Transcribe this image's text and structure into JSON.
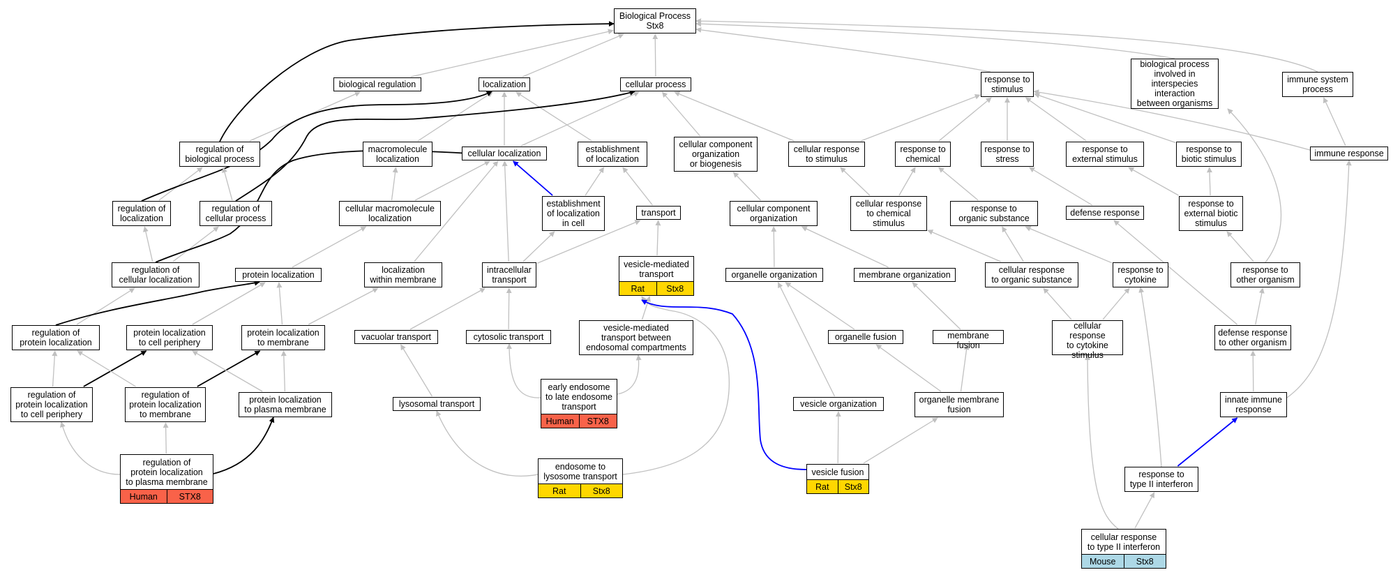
{
  "colors": {
    "gray_edge": "#c0c0c0",
    "black_edge": "#000000",
    "blue_edge": "#0000ff",
    "human": "#f96249",
    "rat": "#ffd700",
    "mouse": "#add8e6"
  },
  "nodes": [
    {
      "id": "bp",
      "label": "Biological Process\nStx8"
    },
    {
      "id": "bioreg",
      "label": "biological regulation"
    },
    {
      "id": "loc",
      "label": "localization"
    },
    {
      "id": "cellproc",
      "label": "cellular process"
    },
    {
      "id": "respstim",
      "label": "response to\nstimulus"
    },
    {
      "id": "interspecies",
      "label": "biological process\ninvolved in\ninterspecies\ninteraction\nbetween organisms"
    },
    {
      "id": "immsys",
      "label": "immune system\nprocess"
    },
    {
      "id": "regbp",
      "label": "regulation of\nbiological process"
    },
    {
      "id": "macroloc",
      "label": "macromolecule\nlocalization"
    },
    {
      "id": "cellloc",
      "label": "cellular localization"
    },
    {
      "id": "estloc",
      "label": "establishment\nof localization"
    },
    {
      "id": "ccorg",
      "label": "cellular component\norganization\nor biogenesis"
    },
    {
      "id": "cellrespstim",
      "label": "cellular response\nto stimulus"
    },
    {
      "id": "respchem",
      "label": "response to\nchemical"
    },
    {
      "id": "respstress",
      "label": "response to\nstress"
    },
    {
      "id": "respext",
      "label": "response to\nexternal stimulus"
    },
    {
      "id": "respbiotic",
      "label": "response to\nbiotic stimulus"
    },
    {
      "id": "immresp",
      "label": "immune response"
    },
    {
      "id": "regloc",
      "label": "regulation of\nlocalization"
    },
    {
      "id": "regcellproc",
      "label": "regulation of\ncellular process"
    },
    {
      "id": "cellmacroloc",
      "label": "cellular macromolecule\nlocalization"
    },
    {
      "id": "estlocincell",
      "label": "establishment\nof localization\nin cell"
    },
    {
      "id": "transport",
      "label": "transport"
    },
    {
      "id": "ccorganiz",
      "label": "cellular component\norganization"
    },
    {
      "id": "cellrespchem",
      "label": "cellular response\nto chemical\nstimulus"
    },
    {
      "id": "resporgsub",
      "label": "response to\norganic substance"
    },
    {
      "id": "defresp",
      "label": "defense response"
    },
    {
      "id": "respextbiotic",
      "label": "response to\nexternal biotic\nstimulus"
    },
    {
      "id": "regcellloc",
      "label": "regulation of\ncellular localization"
    },
    {
      "id": "protloc",
      "label": "protein localization"
    },
    {
      "id": "locwithinmem",
      "label": "localization\nwithin membrane"
    },
    {
      "id": "intracell",
      "label": "intracellular\ntransport"
    },
    {
      "id": "vesmedtrans",
      "label": "vesicle-mediated\ntransport",
      "ann": [
        "Rat",
        "Stx8"
      ],
      "annColor": "rat"
    },
    {
      "id": "orgorg",
      "label": "organelle organization"
    },
    {
      "id": "memorg",
      "label": "membrane organization"
    },
    {
      "id": "cellresporgsub",
      "label": "cellular response\nto organic substance"
    },
    {
      "id": "respcytokine",
      "label": "response to\ncytokine"
    },
    {
      "id": "resptoother",
      "label": "response to\nother organism"
    },
    {
      "id": "regprotloc",
      "label": "regulation of\nprotein localization"
    },
    {
      "id": "protloccellper",
      "label": "protein localization\nto cell periphery"
    },
    {
      "id": "protlocmem",
      "label": "protein localization\nto membrane"
    },
    {
      "id": "vactrans",
      "label": "vacuolar transport"
    },
    {
      "id": "cytotrans",
      "label": "cytosolic transport"
    },
    {
      "id": "vesmedendo",
      "label": "vesicle-mediated\ntransport between\nendosomal compartments"
    },
    {
      "id": "orgfusion",
      "label": "organelle fusion"
    },
    {
      "id": "memfusion",
      "label": "membrane fusion"
    },
    {
      "id": "cellrespcyto",
      "label": "cellular response\nto cytokine\nstimulus"
    },
    {
      "id": "defrespother",
      "label": "defense response\nto other organism"
    },
    {
      "id": "regprotloccellper",
      "label": "regulation of\nprotein localization\nto cell periphery"
    },
    {
      "id": "regprotlocmem",
      "label": "regulation of\nprotein localization\nto membrane"
    },
    {
      "id": "protlocplasma",
      "label": "protein localization\nto plasma membrane"
    },
    {
      "id": "lysotrans",
      "label": "lysosomal transport"
    },
    {
      "id": "earlyendo",
      "label": "early endosome\nto late endosome\ntransport",
      "ann": [
        "Human",
        "STX8"
      ],
      "annColor": "human"
    },
    {
      "id": "vesorg",
      "label": "vesicle organization"
    },
    {
      "id": "orgmemfusion",
      "label": "organelle membrane\nfusion"
    },
    {
      "id": "innate",
      "label": "innate immune\nresponse"
    },
    {
      "id": "regprotlocplasma",
      "label": "regulation of\nprotein localization\nto plasma membrane",
      "ann": [
        "Human",
        "STX8"
      ],
      "annColor": "human"
    },
    {
      "id": "endolyso",
      "label": "endosome to\nlysosome transport",
      "ann": [
        "Rat",
        "Stx8"
      ],
      "annColor": "rat"
    },
    {
      "id": "vesfusion",
      "label": "vesicle fusion",
      "ann": [
        "Rat",
        "Stx8"
      ],
      "annColor": "rat"
    },
    {
      "id": "resptypeII",
      "label": "response to\ntype II interferon"
    },
    {
      "id": "cellresptypeII",
      "label": "cellular response\nto type II interferon",
      "ann": [
        "Mouse",
        "Stx8"
      ],
      "annColor": "mouse"
    }
  ],
  "edges": [
    {
      "from": "bioreg",
      "to": "bp",
      "kind": "is_a"
    },
    {
      "from": "loc",
      "to": "bp",
      "kind": "is_a"
    },
    {
      "from": "cellproc",
      "to": "bp",
      "kind": "is_a"
    },
    {
      "from": "respstim",
      "to": "bp",
      "kind": "is_a"
    },
    {
      "from": "interspecies",
      "to": "bp",
      "kind": "is_a"
    },
    {
      "from": "immsys",
      "to": "bp",
      "kind": "is_a"
    },
    {
      "from": "regbp",
      "to": "bp",
      "kind": "regulates"
    },
    {
      "from": "regbp",
      "to": "bioreg",
      "kind": "is_a"
    },
    {
      "from": "macroloc",
      "to": "loc",
      "kind": "is_a"
    },
    {
      "from": "cellloc",
      "to": "loc",
      "kind": "is_a"
    },
    {
      "from": "cellloc",
      "to": "cellproc",
      "kind": "is_a"
    },
    {
      "from": "estloc",
      "to": "loc",
      "kind": "is_a"
    },
    {
      "from": "ccorg",
      "to": "cellproc",
      "kind": "is_a"
    },
    {
      "from": "cellrespstim",
      "to": "cellproc",
      "kind": "is_a"
    },
    {
      "from": "cellrespstim",
      "to": "respstim",
      "kind": "is_a"
    },
    {
      "from": "respchem",
      "to": "respstim",
      "kind": "is_a"
    },
    {
      "from": "respstress",
      "to": "respstim",
      "kind": "is_a"
    },
    {
      "from": "respext",
      "to": "respstim",
      "kind": "is_a"
    },
    {
      "from": "respbiotic",
      "to": "respstim",
      "kind": "is_a"
    },
    {
      "from": "immresp",
      "to": "respstim",
      "kind": "is_a"
    },
    {
      "from": "immresp",
      "to": "immsys",
      "kind": "is_a"
    },
    {
      "from": "regloc",
      "to": "regbp",
      "kind": "is_a"
    },
    {
      "from": "regloc",
      "to": "loc",
      "kind": "regulates"
    },
    {
      "from": "regcellproc",
      "to": "regbp",
      "kind": "is_a"
    },
    {
      "from": "regcellproc",
      "to": "cellproc",
      "kind": "regulates"
    },
    {
      "from": "cellmacroloc",
      "to": "macroloc",
      "kind": "is_a"
    },
    {
      "from": "cellmacroloc",
      "to": "cellloc",
      "kind": "is_a"
    },
    {
      "from": "estlocincell",
      "to": "estloc",
      "kind": "is_a"
    },
    {
      "from": "estlocincell",
      "to": "cellloc",
      "kind": "part_of"
    },
    {
      "from": "transport",
      "to": "estloc",
      "kind": "is_a"
    },
    {
      "from": "ccorganiz",
      "to": "ccorg",
      "kind": "is_a"
    },
    {
      "from": "cellrespchem",
      "to": "respchem",
      "kind": "is_a"
    },
    {
      "from": "cellrespchem",
      "to": "cellrespstim",
      "kind": "is_a"
    },
    {
      "from": "resporgsub",
      "to": "respchem",
      "kind": "is_a"
    },
    {
      "from": "defresp",
      "to": "respstress",
      "kind": "is_a"
    },
    {
      "from": "respextbiotic",
      "to": "respext",
      "kind": "is_a"
    },
    {
      "from": "respextbiotic",
      "to": "respbiotic",
      "kind": "is_a"
    },
    {
      "from": "regcellloc",
      "to": "regloc",
      "kind": "is_a"
    },
    {
      "from": "regcellloc",
      "to": "regcellproc",
      "kind": "is_a"
    },
    {
      "from": "regcellloc",
      "to": "cellloc",
      "kind": "regulates"
    },
    {
      "from": "protloc",
      "to": "cellmacroloc",
      "kind": "is_a"
    },
    {
      "from": "locwithinmem",
      "to": "cellloc",
      "kind": "is_a"
    },
    {
      "from": "intracell",
      "to": "cellloc",
      "kind": "is_a"
    },
    {
      "from": "intracell",
      "to": "estlocincell",
      "kind": "is_a"
    },
    {
      "from": "intracell",
      "to": "transport",
      "kind": "is_a"
    },
    {
      "from": "vesmedtrans",
      "to": "transport",
      "kind": "is_a"
    },
    {
      "from": "orgorg",
      "to": "ccorganiz",
      "kind": "is_a"
    },
    {
      "from": "memorg",
      "to": "ccorganiz",
      "kind": "is_a"
    },
    {
      "from": "cellresporgsub",
      "to": "resporgsub",
      "kind": "is_a"
    },
    {
      "from": "cellresporgsub",
      "to": "cellrespchem",
      "kind": "is_a"
    },
    {
      "from": "respcytokine",
      "to": "resporgsub",
      "kind": "is_a"
    },
    {
      "from": "resptoother",
      "to": "respextbiotic",
      "kind": "is_a"
    },
    {
      "from": "resptoother",
      "to": "interspecies",
      "kind": "is_a"
    },
    {
      "from": "regprotloc",
      "to": "regcellloc",
      "kind": "is_a"
    },
    {
      "from": "regprotloc",
      "to": "protloc",
      "kind": "regulates"
    },
    {
      "from": "protloccellper",
      "to": "protloc",
      "kind": "is_a"
    },
    {
      "from": "protlocmem",
      "to": "protloc",
      "kind": "is_a"
    },
    {
      "from": "protlocmem",
      "to": "locwithinmem",
      "kind": "is_a"
    },
    {
      "from": "vactrans",
      "to": "intracell",
      "kind": "is_a"
    },
    {
      "from": "cytotrans",
      "to": "intracell",
      "kind": "is_a"
    },
    {
      "from": "vesmedendo",
      "to": "vesmedtrans",
      "kind": "is_a"
    },
    {
      "from": "orgfusion",
      "to": "orgorg",
      "kind": "is_a"
    },
    {
      "from": "memfusion",
      "to": "memorg",
      "kind": "is_a"
    },
    {
      "from": "cellrespcyto",
      "to": "respcytokine",
      "kind": "is_a"
    },
    {
      "from": "cellrespcyto",
      "to": "cellresporgsub",
      "kind": "is_a"
    },
    {
      "from": "defrespother",
      "to": "resptoother",
      "kind": "is_a"
    },
    {
      "from": "defrespother",
      "to": "defresp",
      "kind": "is_a"
    },
    {
      "from": "regprotloccellper",
      "to": "regprotloc",
      "kind": "is_a"
    },
    {
      "from": "regprotloccellper",
      "to": "protloccellper",
      "kind": "regulates"
    },
    {
      "from": "regprotlocmem",
      "to": "regprotloc",
      "kind": "is_a"
    },
    {
      "from": "regprotlocmem",
      "to": "protlocmem",
      "kind": "regulates"
    },
    {
      "from": "protlocplasma",
      "to": "protloccellper",
      "kind": "is_a"
    },
    {
      "from": "protlocplasma",
      "to": "protlocmem",
      "kind": "is_a"
    },
    {
      "from": "lysotrans",
      "to": "vactrans",
      "kind": "is_a"
    },
    {
      "from": "earlyendo",
      "to": "cytotrans",
      "kind": "is_a"
    },
    {
      "from": "earlyendo",
      "to": "vesmedendo",
      "kind": "is_a"
    },
    {
      "from": "vesorg",
      "to": "orgorg",
      "kind": "is_a"
    },
    {
      "from": "orgmemfusion",
      "to": "orgfusion",
      "kind": "is_a"
    },
    {
      "from": "orgmemfusion",
      "to": "memfusion",
      "kind": "is_a"
    },
    {
      "from": "innate",
      "to": "defrespother",
      "kind": "is_a"
    },
    {
      "from": "innate",
      "to": "immresp",
      "kind": "is_a"
    },
    {
      "from": "regprotlocplasma",
      "to": "regprotloccellper",
      "kind": "is_a"
    },
    {
      "from": "regprotlocplasma",
      "to": "regprotlocmem",
      "kind": "is_a"
    },
    {
      "from": "regprotlocplasma",
      "to": "protlocplasma",
      "kind": "regulates"
    },
    {
      "from": "endolyso",
      "to": "lysotrans",
      "kind": "is_a"
    },
    {
      "from": "endolyso",
      "to": "vesmedtrans",
      "kind": "is_a"
    },
    {
      "from": "vesfusion",
      "to": "vesorg",
      "kind": "is_a"
    },
    {
      "from": "vesfusion",
      "to": "orgmemfusion",
      "kind": "is_a"
    },
    {
      "from": "vesfusion",
      "to": "vesmedtrans",
      "kind": "part_of"
    },
    {
      "from": "resptypeII",
      "to": "respcytokine",
      "kind": "is_a"
    },
    {
      "from": "resptypeII",
      "to": "innate",
      "kind": "part_of"
    },
    {
      "from": "cellresptypeII",
      "to": "resptypeII",
      "kind": "is_a"
    },
    {
      "from": "cellresptypeII",
      "to": "cellrespcyto",
      "kind": "is_a"
    }
  ]
}
